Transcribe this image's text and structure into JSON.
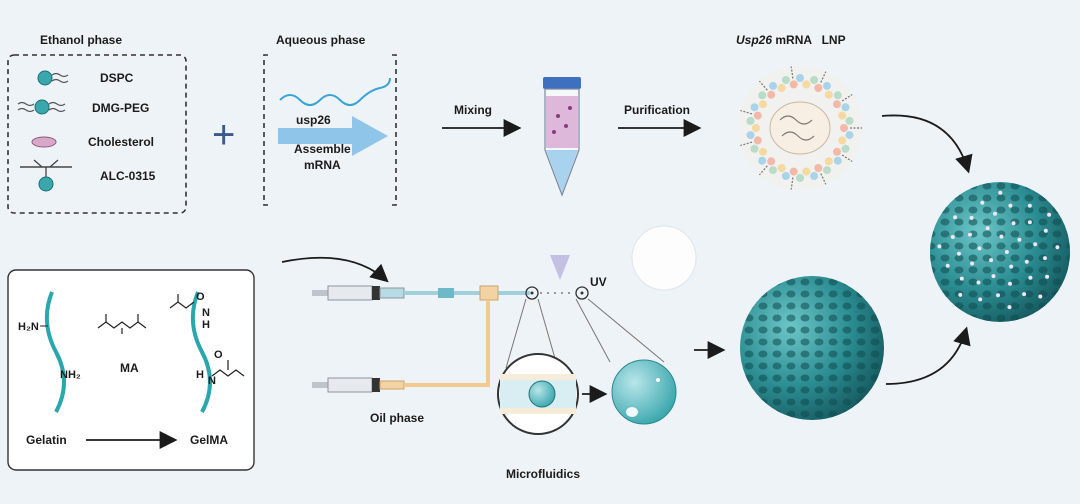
{
  "ethanol": {
    "title": "Ethanol phase",
    "items": [
      "DSPC",
      "DMG-PEG",
      "Cholesterol",
      "ALC-0315"
    ]
  },
  "plus_sign": "+",
  "aqueous": {
    "title": "Aqueous phase",
    "gene": "usp26",
    "assemble_line1": "Assemble",
    "assemble_line2": "mRNA"
  },
  "steps": {
    "mixing": "Mixing",
    "purification": "Purification"
  },
  "lnp": {
    "gene": "Usp26",
    "rest": " mRNA   LNP"
  },
  "gelma": {
    "h2n": "H₂N",
    "nh2": "NH₂",
    "ma": "MA",
    "h_top": "H",
    "n_top": "N",
    "o_top": "O",
    "h_bottom": "H",
    "n_bottom": "N",
    "o_bottom": "O",
    "gelatin": "Gelatin",
    "product": "GelMA"
  },
  "microfluidics": {
    "uv": "UV",
    "oil_phase": "Oil phase",
    "caption": "Microfluidics"
  },
  "colors": {
    "teal": "#2aa6ad",
    "arrow_blue": "#4f9edb",
    "sphere": "#2b8d92"
  }
}
